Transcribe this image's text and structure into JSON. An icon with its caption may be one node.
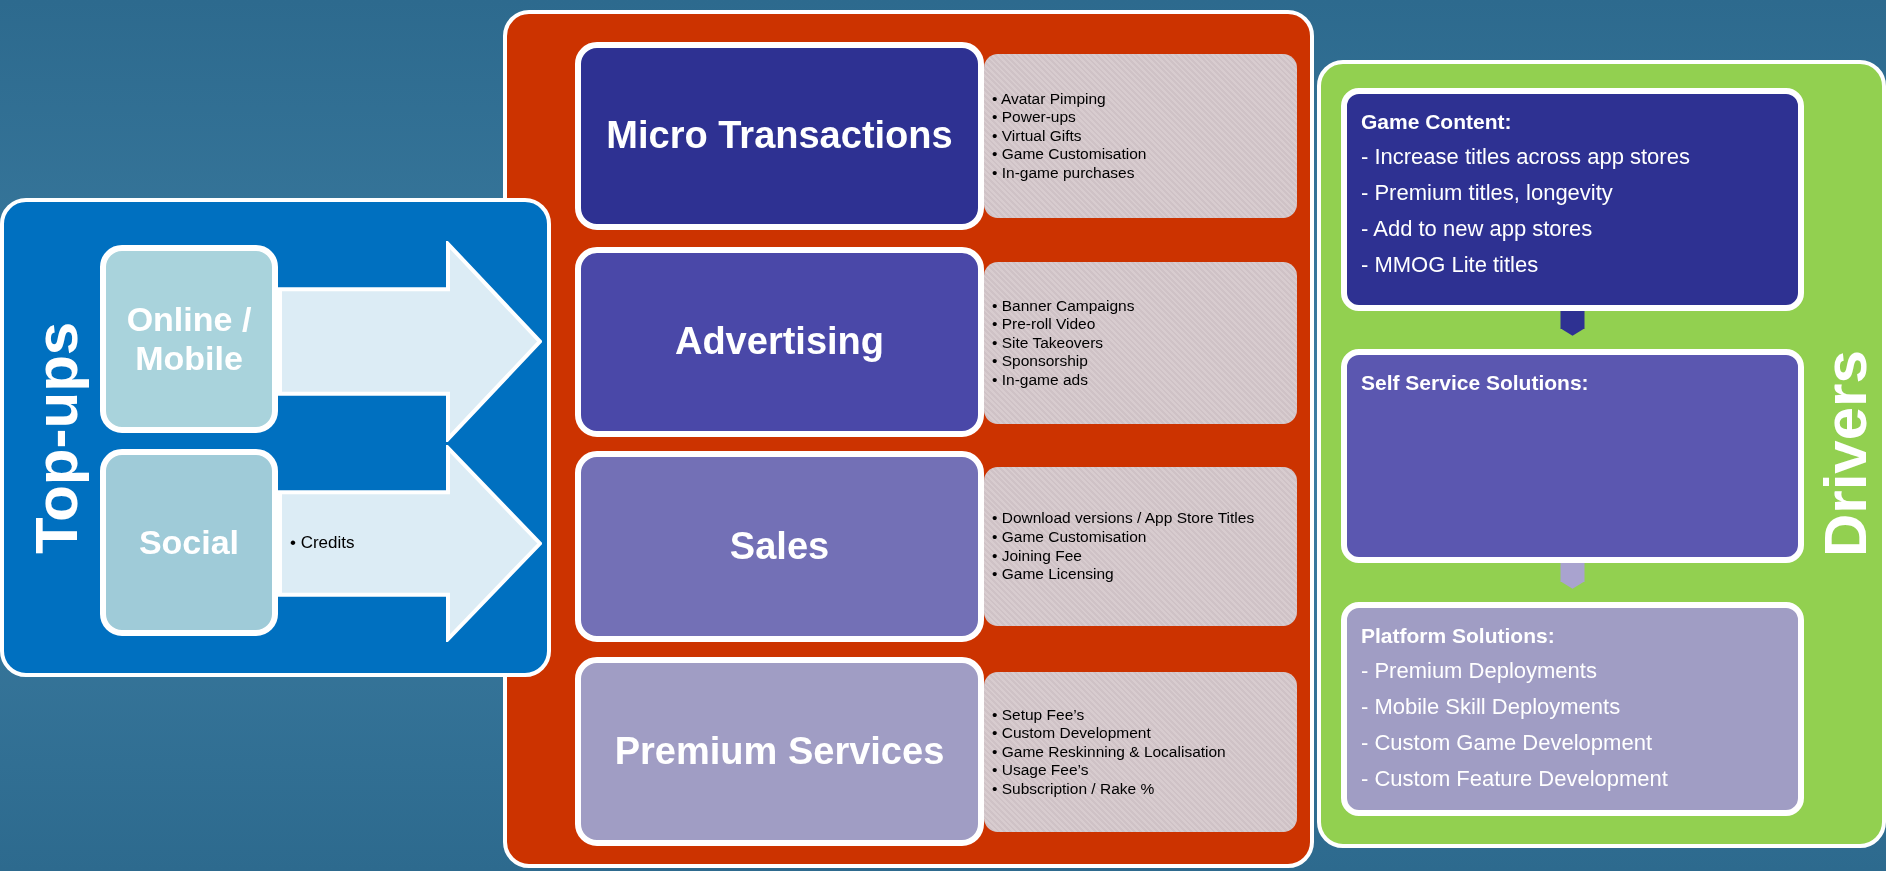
{
  "diagram": {
    "nodes": [
      {
        "text": [
          "Top-ups"
        ]
      },
      {
        "text": [
          "Online / Mobile"
        ],
        "in": 0
      },
      {
        "text": [],
        "shape": "arrow",
        "in": 0
      },
      {
        "text": [
          "Social"
        ],
        "in": 0
      },
      {
        "text": [
          "• Credits"
        ],
        "in": 0
      },
      {
        "text": [],
        "shape": "box"
      },
      {
        "text": [
          "Micro Transactions"
        ],
        "in": 5
      },
      {
        "text": [
          "• Avatar Pimping",
          "• Power-ups",
          "• Virtual Gifts",
          "• Game Customisation",
          "• In-game purchases"
        ],
        "in": 5
      },
      {
        "text": [
          "Advertising"
        ],
        "in": 5
      },
      {
        "text": [
          "• Banner Campaigns",
          "• Pre-roll Video",
          "• Site Takeovers",
          "• Sponsorship",
          "• In-game ads"
        ],
        "in": 5
      },
      {
        "text": [
          "Sales"
        ],
        "in": 5
      },
      {
        "text": [
          "• Download versions / App Store Titles",
          "• Game Customisation",
          "• Joining Fee",
          "• Game Licensing"
        ],
        "in": 5
      },
      {
        "text": [
          "Premium Services"
        ],
        "in": 5
      },
      {
        "text": [
          "• Setup Fee’s",
          "• Custom Development",
          "• Game Reskinning & Localisation",
          "• Usage Fee’s",
          "• Subscription / Rake %"
        ],
        "in": 5
      },
      {
        "text": [
          "Drivers"
        ]
      },
      {
        "text": [
          "Game Content:",
          "- Increase titles across app stores",
          "- Premium titles, longevity",
          "- Add to new app stores",
          "- MMOG Lite titles"
        ],
        "in": 14
      },
      {
        "text": [
          "Self Service Solutions:"
        ],
        "in": 14
      },
      {
        "text": [
          "Platform Solutions:",
          "- Premium Deployments",
          "- Mobile Skill Deployments",
          "- Custom Game Development",
          "- Custom Feature Development"
        ],
        "in": 14
      }
    ],
    "edges": [
      {
        "from": 15,
        "to": 16,
        "arrow": "to",
        "color": "#2e3192"
      },
      {
        "from": 16,
        "to": 17,
        "arrow": "to",
        "color": "#a9a3cf"
      }
    ]
  }
}
